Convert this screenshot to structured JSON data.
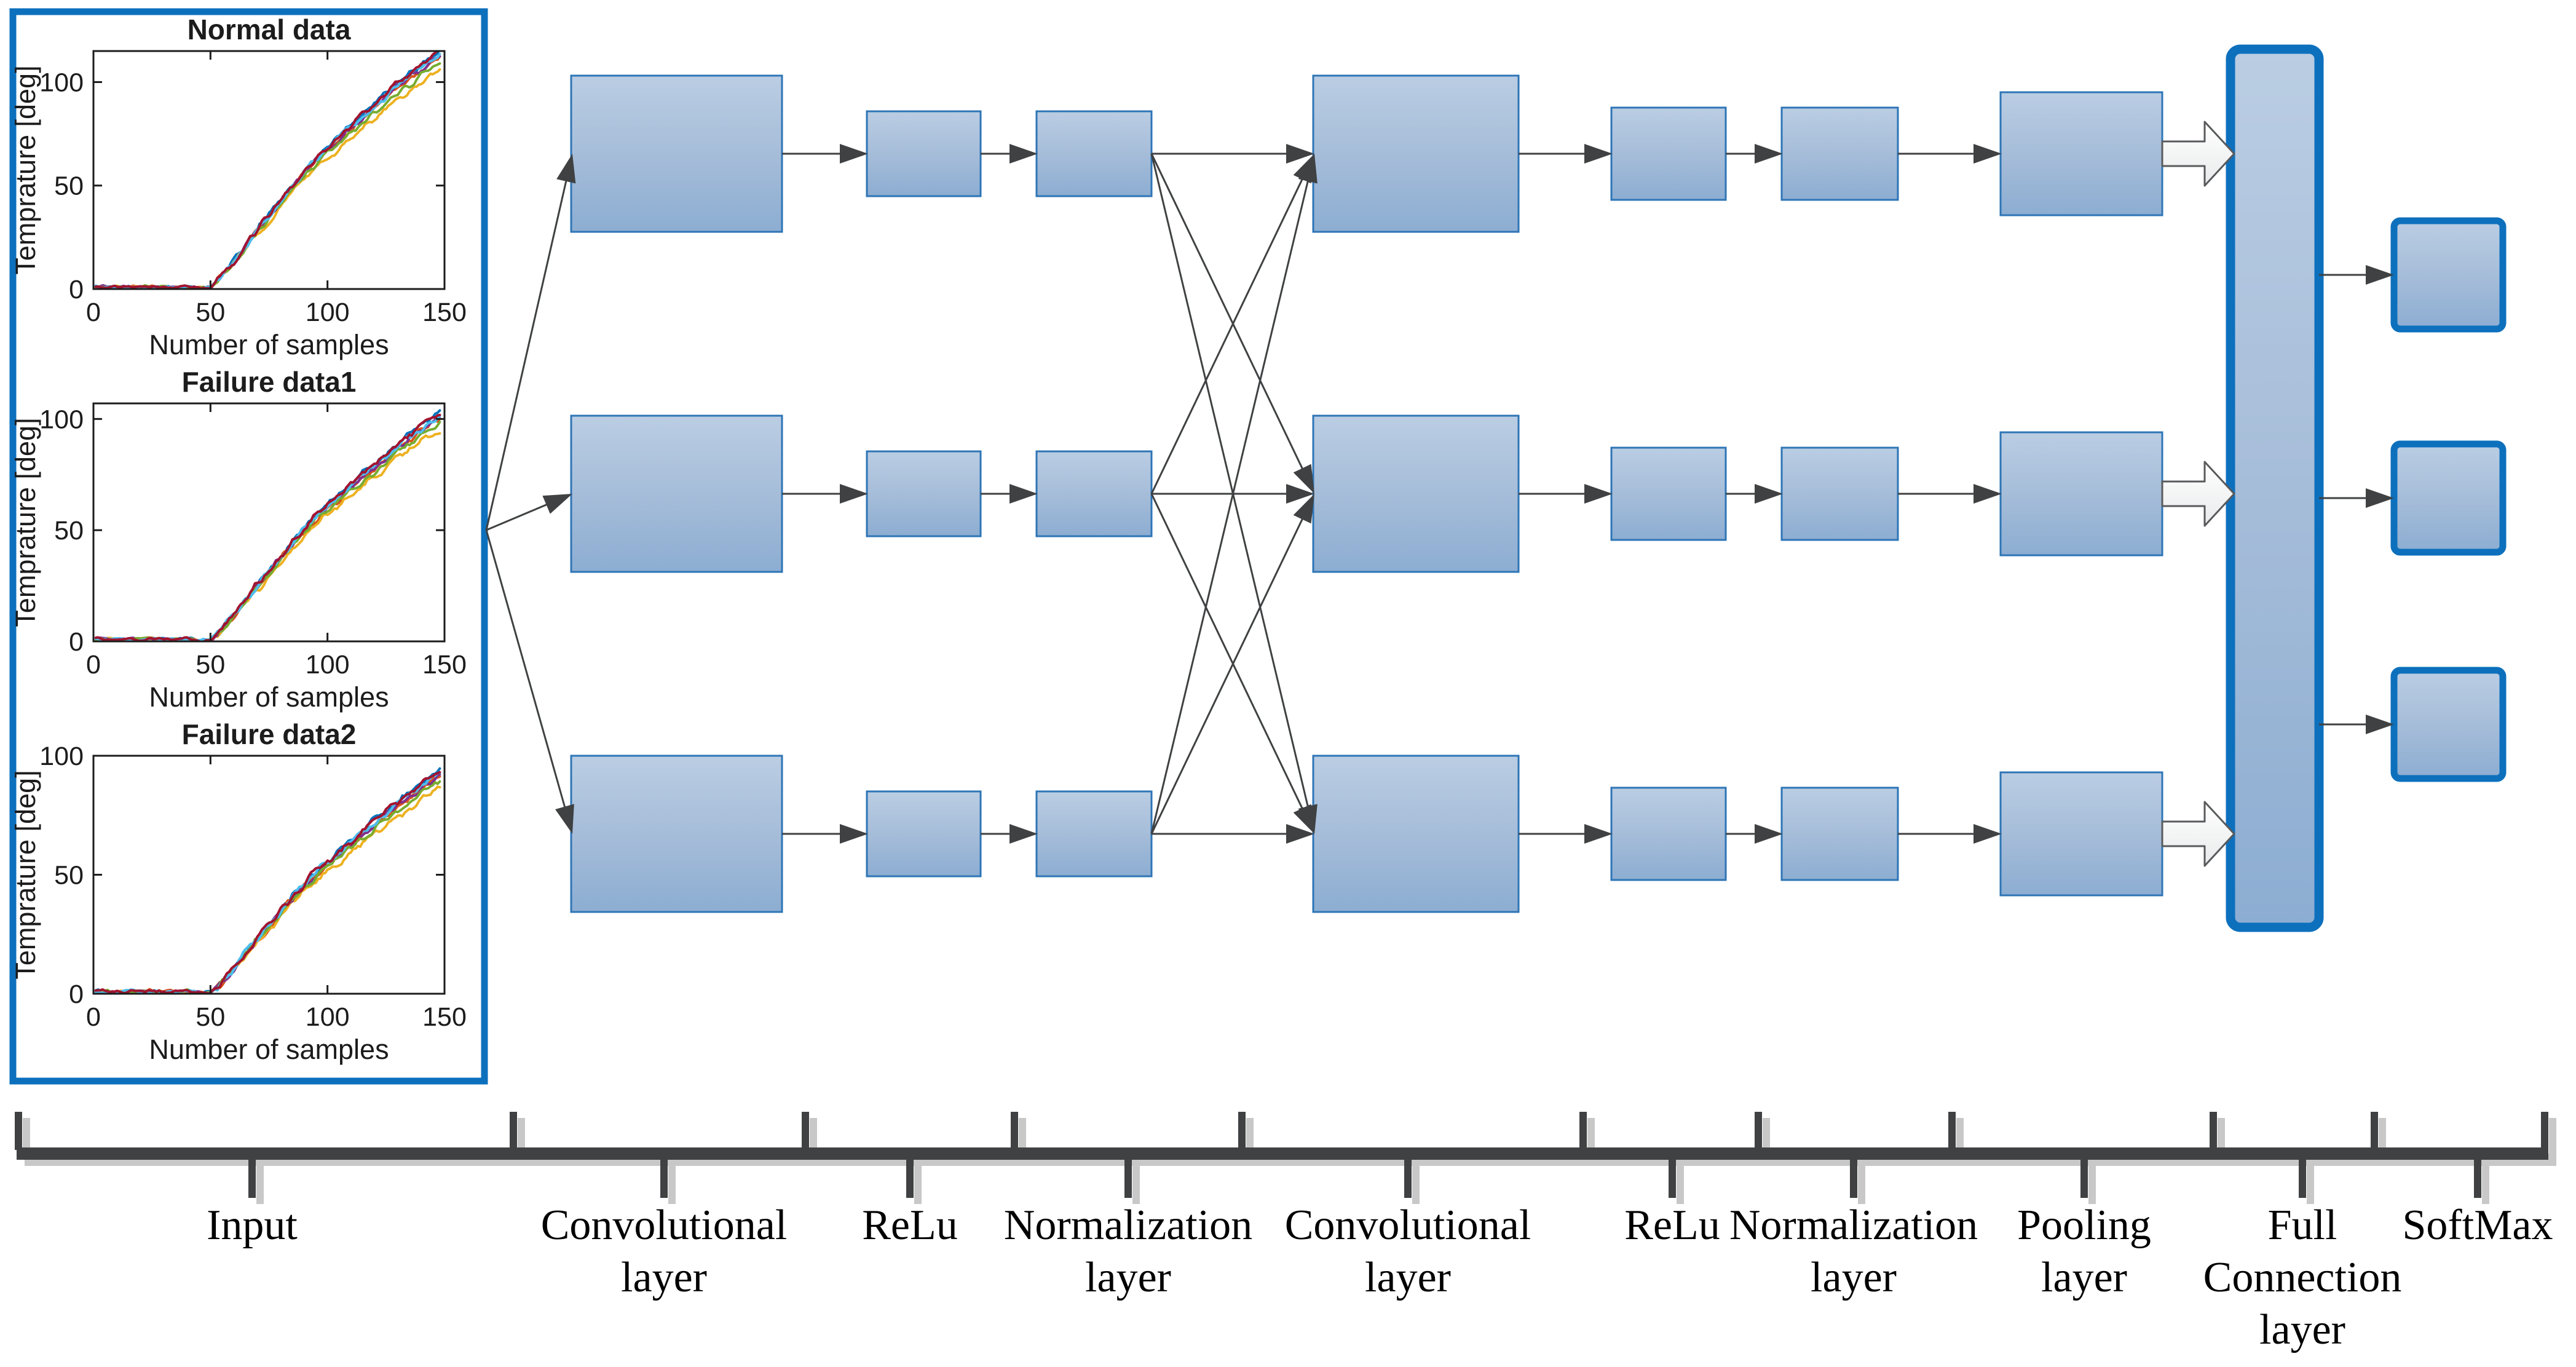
{
  "chart_data": [
    {
      "type": "line",
      "title": "Normal data",
      "xlabel": "Number of samples",
      "ylabel": "Temprature [deg]",
      "xlim": [
        0,
        150
      ],
      "ylim": [
        0,
        115
      ],
      "xticks": [
        0,
        50,
        100,
        150
      ],
      "yticks": [
        0,
        50,
        100
      ],
      "grid": false,
      "legend": "none",
      "x_start": 1,
      "x_end": 148,
      "mean_curve": [
        [
          0,
          1
        ],
        [
          8,
          1
        ],
        [
          16,
          0.8
        ],
        [
          24,
          1.1
        ],
        [
          32,
          0.8
        ],
        [
          40,
          1
        ],
        [
          46,
          0.4
        ],
        [
          50,
          0.8
        ],
        [
          54,
          5
        ],
        [
          58,
          10
        ],
        [
          64,
          19
        ],
        [
          70,
          28
        ],
        [
          76,
          36
        ],
        [
          82,
          45
        ],
        [
          88,
          53
        ],
        [
          94,
          60
        ],
        [
          100,
          67
        ],
        [
          106,
          73
        ],
        [
          112,
          79
        ],
        [
          118,
          85
        ],
        [
          124,
          91
        ],
        [
          130,
          97
        ],
        [
          136,
          102
        ],
        [
          142,
          107
        ],
        [
          148,
          112
        ]
      ],
      "series": [
        {
          "color": "#0072BD",
          "scale": 1.03,
          "seed": 11
        },
        {
          "color": "#D95319",
          "scale": 1.0,
          "seed": 22
        },
        {
          "color": "#EDB120",
          "scale": 0.95,
          "seed": 33
        },
        {
          "color": "#7E2F8E",
          "scale": 1.005,
          "seed": 44
        },
        {
          "color": "#77AC30",
          "scale": 0.98,
          "seed": 55
        },
        {
          "color": "#4DBEEE",
          "scale": 1.015,
          "seed": 66
        },
        {
          "color": "#A2142F",
          "scale": 1.025,
          "seed": 77
        }
      ]
    },
    {
      "type": "line",
      "title": "Failure data1",
      "xlabel": "Number of samples",
      "ylabel": "Temprature [deg]",
      "xlim": [
        0,
        150
      ],
      "ylim": [
        0,
        107
      ],
      "xticks": [
        0,
        50,
        100,
        150
      ],
      "yticks": [
        0,
        50,
        100
      ],
      "grid": false,
      "legend": "none",
      "x_start": 1,
      "x_end": 148,
      "mean_curve": [
        [
          0,
          1
        ],
        [
          8,
          1
        ],
        [
          16,
          0.8
        ],
        [
          24,
          1.1
        ],
        [
          32,
          0.8
        ],
        [
          40,
          1
        ],
        [
          46,
          0.4
        ],
        [
          50,
          0.7
        ],
        [
          54,
          4.5
        ],
        [
          58,
          9
        ],
        [
          64,
          17
        ],
        [
          70,
          25
        ],
        [
          76,
          32
        ],
        [
          82,
          40
        ],
        [
          88,
          47
        ],
        [
          94,
          54
        ],
        [
          100,
          60
        ],
        [
          106,
          65
        ],
        [
          112,
          71
        ],
        [
          118,
          76
        ],
        [
          124,
          81
        ],
        [
          130,
          87
        ],
        [
          136,
          91
        ],
        [
          142,
          96
        ],
        [
          148,
          100
        ]
      ],
      "series": [
        {
          "color": "#0072BD",
          "scale": 1.03,
          "seed": 12
        },
        {
          "color": "#D95319",
          "scale": 1.0,
          "seed": 23
        },
        {
          "color": "#EDB120",
          "scale": 0.95,
          "seed": 34
        },
        {
          "color": "#7E2F8E",
          "scale": 1.005,
          "seed": 45
        },
        {
          "color": "#77AC30",
          "scale": 0.98,
          "seed": 56
        },
        {
          "color": "#4DBEEE",
          "scale": 1.015,
          "seed": 67
        },
        {
          "color": "#A2142F",
          "scale": 1.025,
          "seed": 78
        }
      ]
    },
    {
      "type": "line",
      "title": "Failure data2",
      "xlabel": "Number of samples",
      "ylabel": "Temprature [deg]",
      "xlim": [
        0,
        150
      ],
      "ylim": [
        0,
        100
      ],
      "xticks": [
        0,
        50,
        100,
        150
      ],
      "yticks": [
        0,
        50,
        100
      ],
      "grid": false,
      "legend": "none",
      "x_start": 1,
      "x_end": 148,
      "mean_curve": [
        [
          0,
          1
        ],
        [
          8,
          1
        ],
        [
          16,
          0.8
        ],
        [
          24,
          1.1
        ],
        [
          32,
          0.8
        ],
        [
          40,
          1
        ],
        [
          46,
          0.4
        ],
        [
          50,
          0.6
        ],
        [
          54,
          4
        ],
        [
          58,
          8
        ],
        [
          64,
          15.5
        ],
        [
          70,
          23
        ],
        [
          76,
          29
        ],
        [
          82,
          36.5
        ],
        [
          88,
          43
        ],
        [
          94,
          49
        ],
        [
          100,
          54.5
        ],
        [
          106,
          59
        ],
        [
          112,
          64
        ],
        [
          118,
          69
        ],
        [
          124,
          74
        ],
        [
          130,
          79
        ],
        [
          136,
          83
        ],
        [
          142,
          87.5
        ],
        [
          148,
          91
        ]
      ],
      "series": [
        {
          "color": "#0072BD",
          "scale": 1.03,
          "seed": 13
        },
        {
          "color": "#D95319",
          "scale": 1.0,
          "seed": 24
        },
        {
          "color": "#EDB120",
          "scale": 0.95,
          "seed": 35
        },
        {
          "color": "#7E2F8E",
          "scale": 1.005,
          "seed": 46
        },
        {
          "color": "#77AC30",
          "scale": 0.98,
          "seed": 57
        },
        {
          "color": "#4DBEEE",
          "scale": 1.015,
          "seed": 68
        },
        {
          "color": "#A2142F",
          "scale": 1.025,
          "seed": 79
        }
      ]
    }
  ],
  "pipeline": {
    "stages": [
      {
        "name": "input",
        "lines": [
          "Input"
        ],
        "parallel_blocks": 0
      },
      {
        "name": "convolutional-layer-1",
        "lines": [
          "Convolutional",
          "layer"
        ],
        "parallel_blocks": 3
      },
      {
        "name": "relu-1",
        "lines": [
          "ReLu"
        ],
        "parallel_blocks": 3
      },
      {
        "name": "normalization-layer-1",
        "lines": [
          "Normalization",
          "layer"
        ],
        "parallel_blocks": 3
      },
      {
        "name": "convolutional-layer-2",
        "lines": [
          "Convolutional",
          "layer"
        ],
        "parallel_blocks": 3
      },
      {
        "name": "relu-2",
        "lines": [
          "ReLu"
        ],
        "parallel_blocks": 3
      },
      {
        "name": "normalization-layer-2",
        "lines": [
          "Normalization",
          "layer"
        ],
        "parallel_blocks": 3
      },
      {
        "name": "pooling-layer",
        "lines": [
          "Pooling",
          "layer"
        ],
        "parallel_blocks": 3
      },
      {
        "name": "full-connection-layer",
        "lines": [
          "Full",
          "Connection",
          "layer"
        ],
        "parallel_blocks": 1
      },
      {
        "name": "softmax",
        "lines": [
          "SoftMax"
        ],
        "parallel_blocks": 3
      }
    ]
  },
  "colors": {
    "panel_border": "#0d70bd",
    "accent_border": "#0d70bd",
    "block_border": "#2e75b6",
    "block_fill_top": "#bacde3",
    "block_fill_mid": "#a6bdd9",
    "block_fill_bottom": "#8cadd2",
    "arrow_color": "#3f4142",
    "white_arrow_fill_top": "#ffffff",
    "white_arrow_fill_bottom": "#e9eaeb",
    "white_arrow_border": "#595a5c",
    "axis_color": "#3f4142",
    "axis_shadow": "#c8c8c8",
    "plot_text": "#1c1c1c",
    "label_text": "#000000",
    "background": "#ffffff"
  }
}
